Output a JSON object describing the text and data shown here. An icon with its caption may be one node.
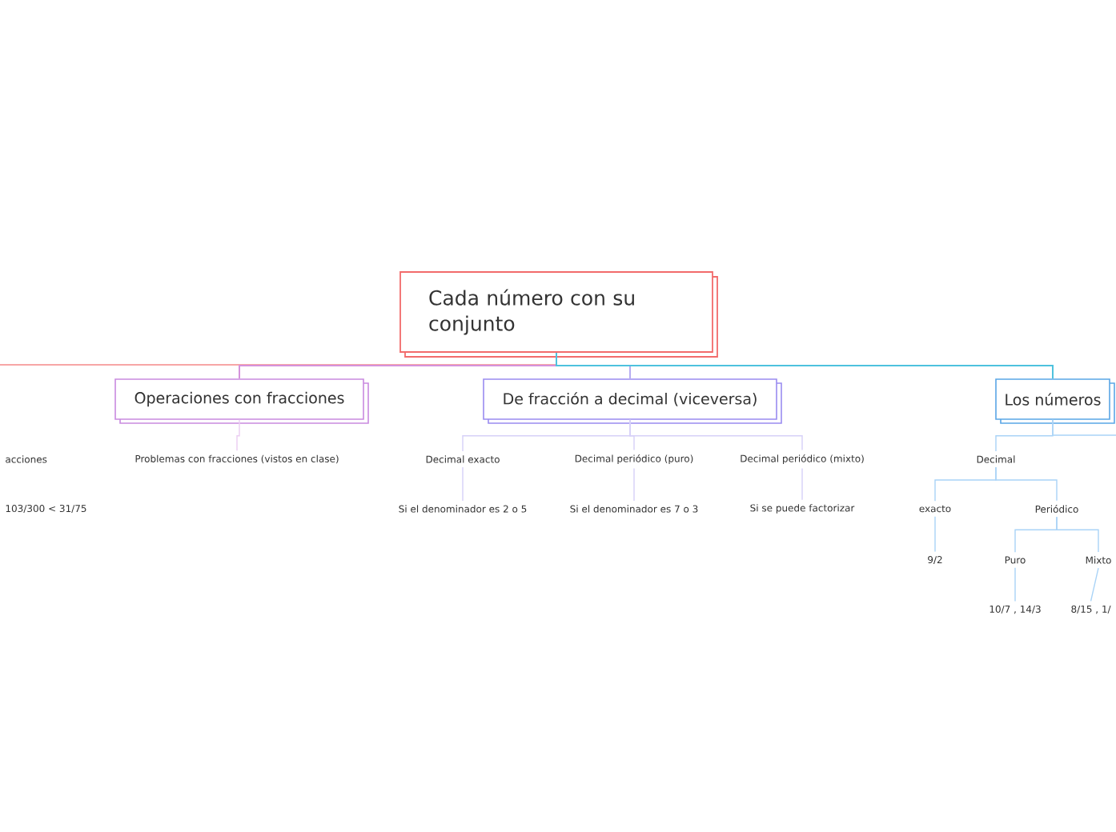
{
  "diagram": {
    "nodes": [
      {
        "text": [
          "Cada número con su conjunto"
        ]
      },
      {
        "text": [
          "acciones"
        ]
      },
      {
        "text": [
          "103/300 < 31/75"
        ]
      },
      {
        "text": [
          "Operaciones con fracciones"
        ]
      },
      {
        "text": [
          "Problemas con fracciones (vistos en clase)"
        ]
      },
      {
        "text": [
          "De fracción a decimal (viceversa)"
        ]
      },
      {
        "text": [
          "Decimal exacto"
        ]
      },
      {
        "text": [
          "Decimal periódico (puro)"
        ]
      },
      {
        "text": [
          "Decimal periódico (mixto)"
        ]
      },
      {
        "text": [
          "Si el denominador es 2 o 5"
        ]
      },
      {
        "text": [
          "Si el denominador es 7 o 3"
        ]
      },
      {
        "text": [
          "Si se puede factorizar"
        ]
      },
      {
        "text": [
          "Los números"
        ]
      },
      {
        "text": [
          "Decimal"
        ]
      },
      {
        "text": [
          "exacto"
        ]
      },
      {
        "text": [
          "Periódico"
        ]
      },
      {
        "text": [
          "9/2"
        ]
      },
      {
        "text": [
          "Puro"
        ]
      },
      {
        "text": [
          "Mixto"
        ]
      },
      {
        "text": [
          "10/7 , 14/3"
        ]
      },
      {
        "text": [
          "8/15 , 1/"
        ]
      }
    ],
    "edges": [
      {
        "from": 0,
        "to": null,
        "arrow": "none",
        "color": "#f7a6a6"
      },
      {
        "from": 0,
        "to": 3,
        "arrow": "none",
        "color": "#d592dc"
      },
      {
        "from": 0,
        "to": 5,
        "arrow": "none",
        "color": "#b6acf2"
      },
      {
        "from": 0,
        "to": 12,
        "arrow": "none",
        "color": "#4ec2de"
      },
      {
        "from": 3,
        "to": 4,
        "arrow": "none",
        "color": "#ebcdf2"
      },
      {
        "from": 5,
        "to": 6,
        "arrow": "none",
        "color": "#d6d0f8"
      },
      {
        "from": 5,
        "to": 7,
        "arrow": "none",
        "color": "#d6d0f8"
      },
      {
        "from": 5,
        "to": 8,
        "arrow": "none",
        "color": "#d6d0f8"
      },
      {
        "from": 6,
        "to": 9,
        "arrow": "none",
        "color": "#d6d0f8"
      },
      {
        "from": 7,
        "to": 10,
        "arrow": "none",
        "color": "#d6d0f8"
      },
      {
        "from": 8,
        "to": 11,
        "arrow": "none",
        "color": "#d6d0f8"
      },
      {
        "from": 12,
        "to": 13,
        "arrow": "none"
      },
      {
        "from": 12,
        "to": null,
        "arrow": "none"
      },
      {
        "from": 13,
        "to": 14,
        "arrow": "none"
      },
      {
        "from": 13,
        "to": 15,
        "arrow": "none"
      },
      {
        "from": 14,
        "to": 16,
        "arrow": "none"
      },
      {
        "from": 15,
        "to": 17,
        "arrow": "none"
      },
      {
        "from": 15,
        "to": 18,
        "arrow": "none"
      },
      {
        "from": 17,
        "to": 19,
        "arrow": "none"
      },
      {
        "from": 18,
        "to": 20,
        "arrow": "none"
      }
    ]
  }
}
